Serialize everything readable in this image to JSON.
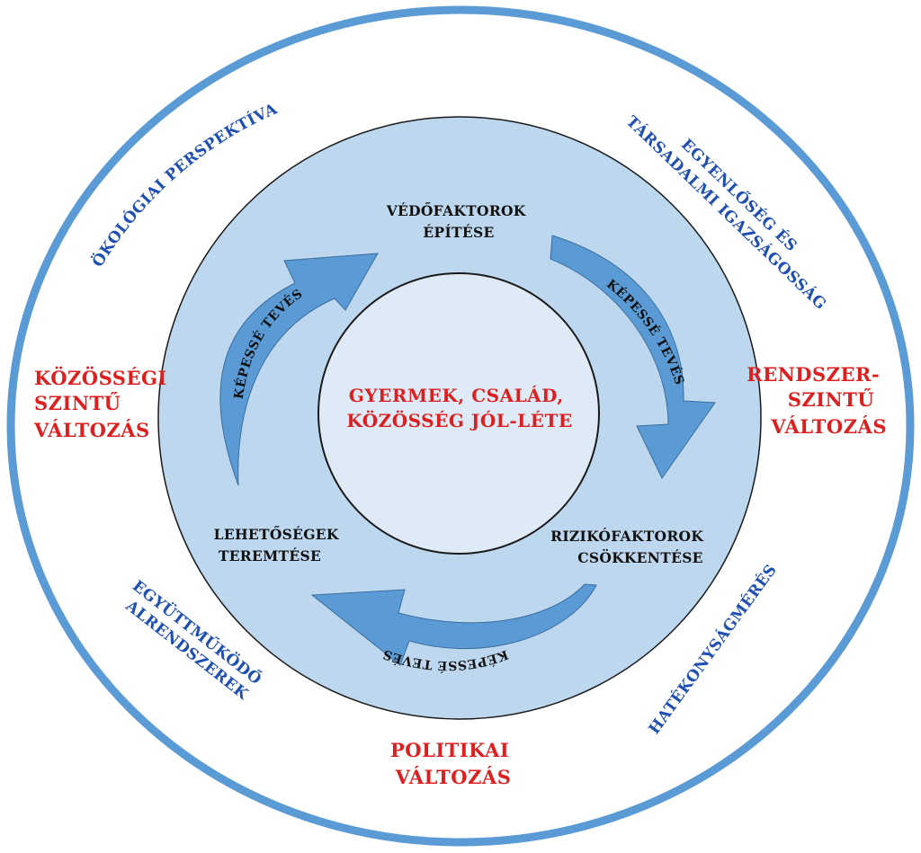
{
  "center": {
    "line1": "GYERMEK, CSALÁD,",
    "line2": "KÖZÖSSÉG JÓL-LÉTE"
  },
  "middle_ring": {
    "top": {
      "line1": "VÉDŐFAKTOROK",
      "line2": "ÉPÍTÉSE"
    },
    "bottom_right": {
      "line1": "RIZIKÓFAKTOROK",
      "line2": "CSÖKKENTÉSE"
    },
    "bottom_left": {
      "line1": "LEHETŐSÉGEK",
      "line2": "TEREMTÉSE"
    },
    "arrow_labels": {
      "right": "KÉPESSÉ TEVÉS",
      "bottom": "KÉPESSÉ TEVÉS",
      "left": "KÉPESSÉ TEVÉS"
    }
  },
  "outer_ring": {
    "left": {
      "line1": "KÖZÖSSÉGI",
      "line2": "SZINTŰ",
      "line3": "VÁLTOZÁS"
    },
    "right": {
      "line1": "RENDSZER-",
      "line2": "SZINTŰ",
      "line3": "VÁLTOZÁS"
    },
    "bottom": {
      "line1": "POLITIKAI",
      "line2": "VÁLTOZÁS"
    },
    "top_left": "ÖKOLÓGIAI PERSPEKTÍVA",
    "top_right": {
      "line1": "EGYENLŐSÉG ÉS",
      "line2": "TÁRSADALMI IGAZSÁGOSSÁG"
    },
    "bottom_left": {
      "line1": "EGYÜTTMŰKÖDŐ",
      "line2": "ALRENDSZEREK"
    },
    "bottom_right": "HATÉKONYSÁGMÉRÉS"
  },
  "colors": {
    "outer_border": "#5b9bd5",
    "middle_fill": "#bdd7ee",
    "inner_fill": "#deebf7",
    "arrow_fill": "#5b9bd5",
    "red_text": "#dd1f1f",
    "blue_text": "#1f4fb0"
  }
}
